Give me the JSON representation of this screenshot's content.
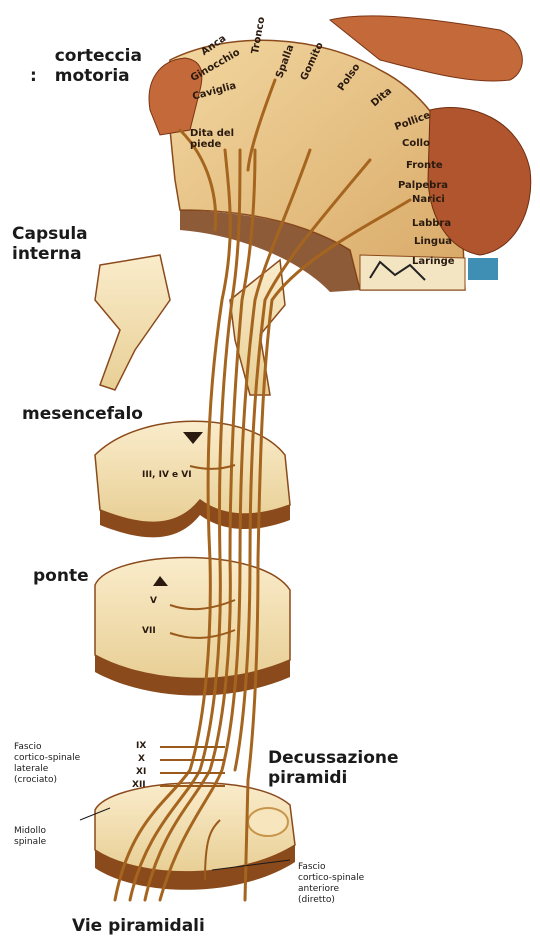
{
  "labels": {
    "cortex": "corteccia motoria",
    "cortex_prefix": ":",
    "capsula_line1": "Capsula",
    "capsula_line2": "interna",
    "mesencefalo": "mesencefalo",
    "ponte": "ponte",
    "decussazione_line1": "Decussazione",
    "decussazione_line2": "piramidi",
    "vie_piramidali": "Vie piramidali",
    "fascio_laterale": [
      "Fascio",
      "cortico-spinale",
      "laterale",
      "(crociato)"
    ],
    "midollo": [
      "Midollo",
      "spinale"
    ],
    "fascio_anteriore": [
      "Fascio",
      "cortico-spinale",
      "anteriore",
      "(diretto)"
    ]
  },
  "homunculus": [
    "Anca",
    "Ginocchio",
    "Caviglia",
    "Dita del piede",
    "Tronco",
    "Spalla",
    "Gomito",
    "Polso",
    "Dita",
    "Pollice",
    "Collo",
    "Fronte",
    "Palpebra",
    "Narici",
    "Labbra",
    "Lingua",
    "Laringe"
  ],
  "nuclei": {
    "mesencefalo": "III, IV e VI",
    "ponte_v": "V",
    "ponte_vii": "VII",
    "medulla": [
      "IX",
      "X",
      "XI",
      "XII"
    ]
  },
  "colors": {
    "tissue": "#f3dfae",
    "tissue_dark": "#8a4a1c",
    "tract": "#a5651f",
    "brain": "#e9c68a",
    "face": "#b0552e"
  }
}
